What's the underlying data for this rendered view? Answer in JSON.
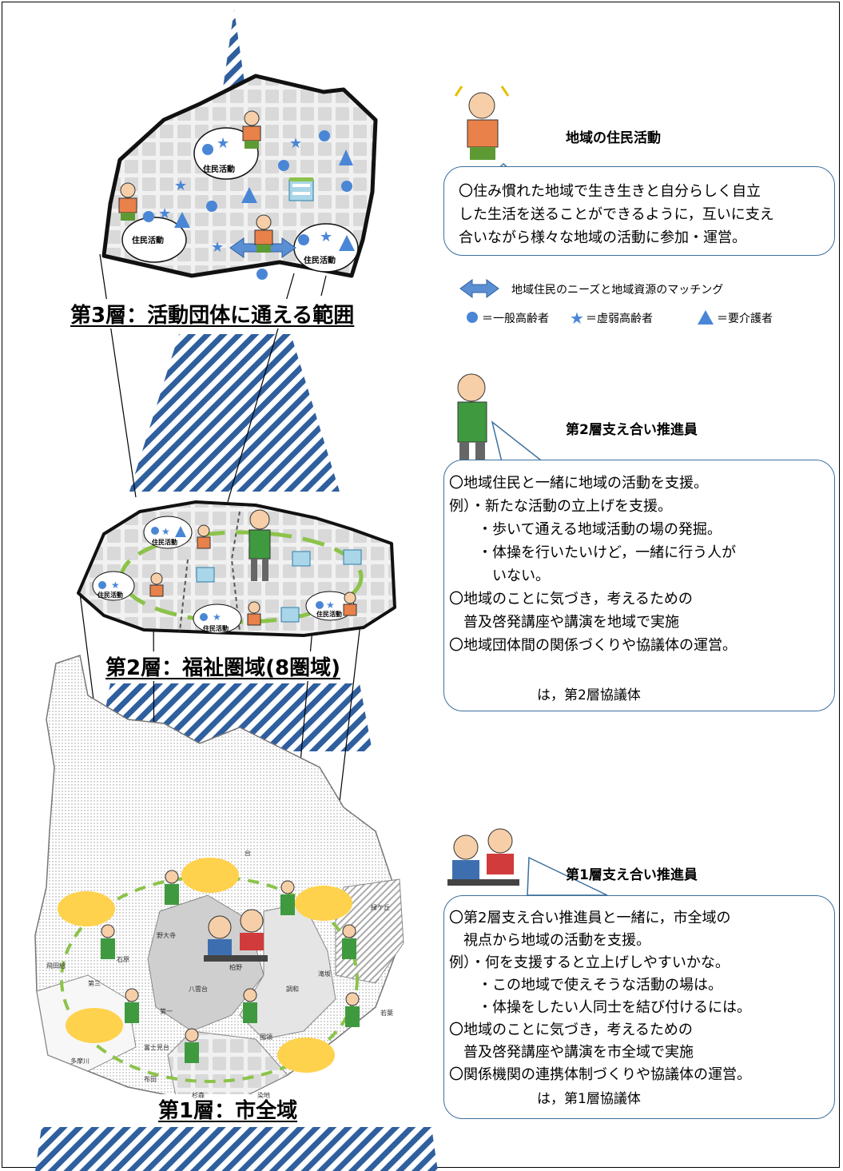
{
  "layers": {
    "layer3_title": "第3層：活動団体に通える範囲",
    "layer2_title": "第2層：福祉圏域(8圏域)",
    "layer1_title": "第1層：市全域"
  },
  "map3_activity_label": "住民活動",
  "map2_activity_label": "住民活動",
  "sections": {
    "resident": {
      "title": "地域の住民活動",
      "lines": [
        "〇住み慣れた地域で生き生きと自分らしく自立",
        "した生活を送ることができるように，互いに支え",
        "合いながら様々な地域の活動に参加・運営。"
      ]
    },
    "legend": {
      "matching": "地域住民のニーズと地域資源のマッチング",
      "general": "＝一般高齢者",
      "frail": "＝虚弱高齢者",
      "care": "＝要介護者"
    },
    "layer2": {
      "title": "第2層支え合い推進員",
      "lines": [
        "〇地域住民と一緒に地域の活動を支援。",
        "例）・新たな活動の立上げを支援。",
        "　　・歩いて通える地域活動の場の発掘。",
        "　　・体操を行いたいけど，一緒に行う人が",
        "　　　いない。",
        "〇地域のことに気づき，考えるための",
        "　普及啓発講座や講演を地域で実施",
        "〇地域団体間の関係づくりや協議体の運営。"
      ],
      "council_note": "は，第2層協議体"
    },
    "layer1": {
      "title": "第1層支え合い推進員",
      "lines": [
        "〇第2層支え合い推進員と一緒に，市全域の",
        "　視点から地域の活動を支援。",
        "例）・何を支援すると立上げしやすいかな。",
        "　　・この地域で使えそうな活動の場は。",
        "　　・体操をしたい人同士を結び付けるには。",
        "〇地域のことに気づき，考えるための",
        "　普及啓発講座や講演を市全域で実施",
        "〇関係機関の連携体制づくりや協議体の運営。"
      ],
      "council_note": "は，第1層協議体"
    }
  },
  "city_map_labels": [
    "飛田給",
    "第三",
    "石原",
    "野大寺",
    "八雲台",
    "柏野",
    "調和",
    "滝坂",
    "緑ケ丘",
    "若葉",
    "富士見台",
    "国領",
    "多摩川",
    "布田",
    "杉森",
    "染地",
    "第一",
    "台"
  ],
  "colors": {
    "marker_blue": "#4a86d6",
    "stripe_blue": "#2f5f9e",
    "council_green": "#8cc34a",
    "bubble_border": "#3b6f9c",
    "yellow": "#ffd24d"
  },
  "icons": [
    "resident-figure-icon",
    "support-worker-icon",
    "discussion-icon",
    "building-icon",
    "double-arrow-icon",
    "circle-marker-icon",
    "star-marker-icon",
    "triangle-marker-icon"
  ]
}
